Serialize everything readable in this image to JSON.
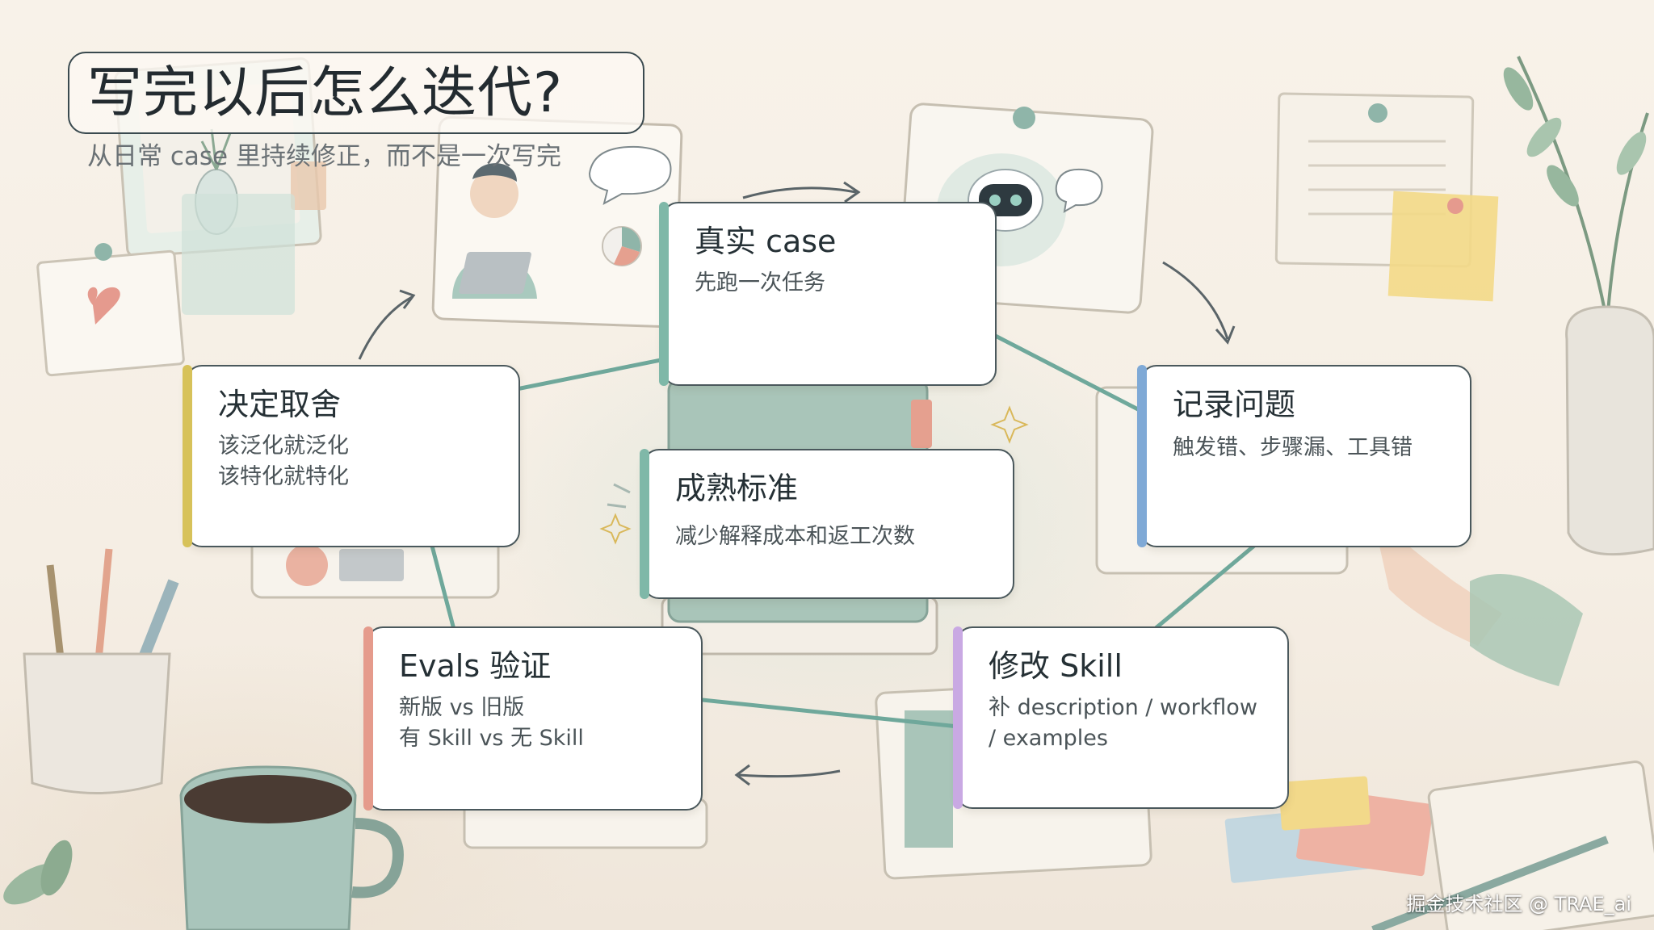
{
  "title": "写完以后怎么迭代?",
  "subtitle": "从日常 case 里持续修正，而不是一次写完",
  "colors": {
    "flow_arrow": "#6fa89b",
    "card_border": "#4a585c",
    "accent_teal": "#7fb8a8",
    "accent_blue": "#7fa9d6",
    "accent_purple": "#c9a9e3",
    "accent_red": "#e59b8c",
    "accent_yellow": "#d7c25a"
  },
  "cards": {
    "real_case": {
      "title": "真实 case",
      "lines": [
        "先跑一次任务"
      ],
      "accent": "#7fb8a8"
    },
    "record_issues": {
      "title": "记录问题",
      "lines": [
        "触发错、步骤漏、工具错"
      ],
      "accent": "#7fa9d6"
    },
    "modify_skill": {
      "title": "修改 Skill",
      "lines": [
        "补 description / workflow",
        "/ examples"
      ],
      "accent": "#c9a9e3"
    },
    "evals": {
      "title": "Evals 验证",
      "lines": [
        "新版 vs 旧版",
        "有 Skill vs 无 Skill"
      ],
      "accent": "#e59b8c"
    },
    "decide": {
      "title": "决定取舍",
      "lines": [
        "该泛化就泛化",
        "该特化就特化"
      ],
      "accent": "#d7c25a"
    },
    "maturity": {
      "title": "成熟标准",
      "lines": [
        "减少解释成本和返工次数"
      ],
      "accent": "#7fb8a8"
    }
  },
  "flow": [
    {
      "from": "real_case",
      "to": "record_issues"
    },
    {
      "from": "record_issues",
      "to": "modify_skill"
    },
    {
      "from": "modify_skill",
      "to": "evals"
    },
    {
      "from": "evals",
      "to": "decide"
    },
    {
      "from": "decide",
      "to": "real_case"
    }
  ],
  "watermark": "掘金技术社区 @ TRAE_ai"
}
